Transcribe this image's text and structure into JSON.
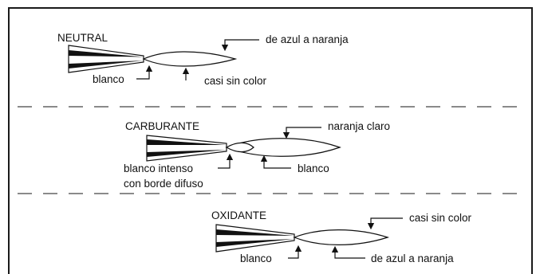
{
  "colors": {
    "frame": "#1a1a1a",
    "ink": "#111111",
    "divider": "#8a8a8a",
    "background": "#ffffff"
  },
  "flames": [
    {
      "title": "NEUTRAL",
      "labels": {
        "outer": "de azul a naranja",
        "cone": "blanco",
        "inner": "casi sin color"
      }
    },
    {
      "title": "CARBURANTE",
      "labels": {
        "outer": "naranja claro",
        "cone": "blanco intenso",
        "cone_line2": "con borde difuso",
        "inner": "blanco"
      }
    },
    {
      "title": "OXIDANTE",
      "labels": {
        "outer": "casi sin color",
        "cone": "blanco",
        "inner": "de azul a naranja"
      }
    }
  ]
}
